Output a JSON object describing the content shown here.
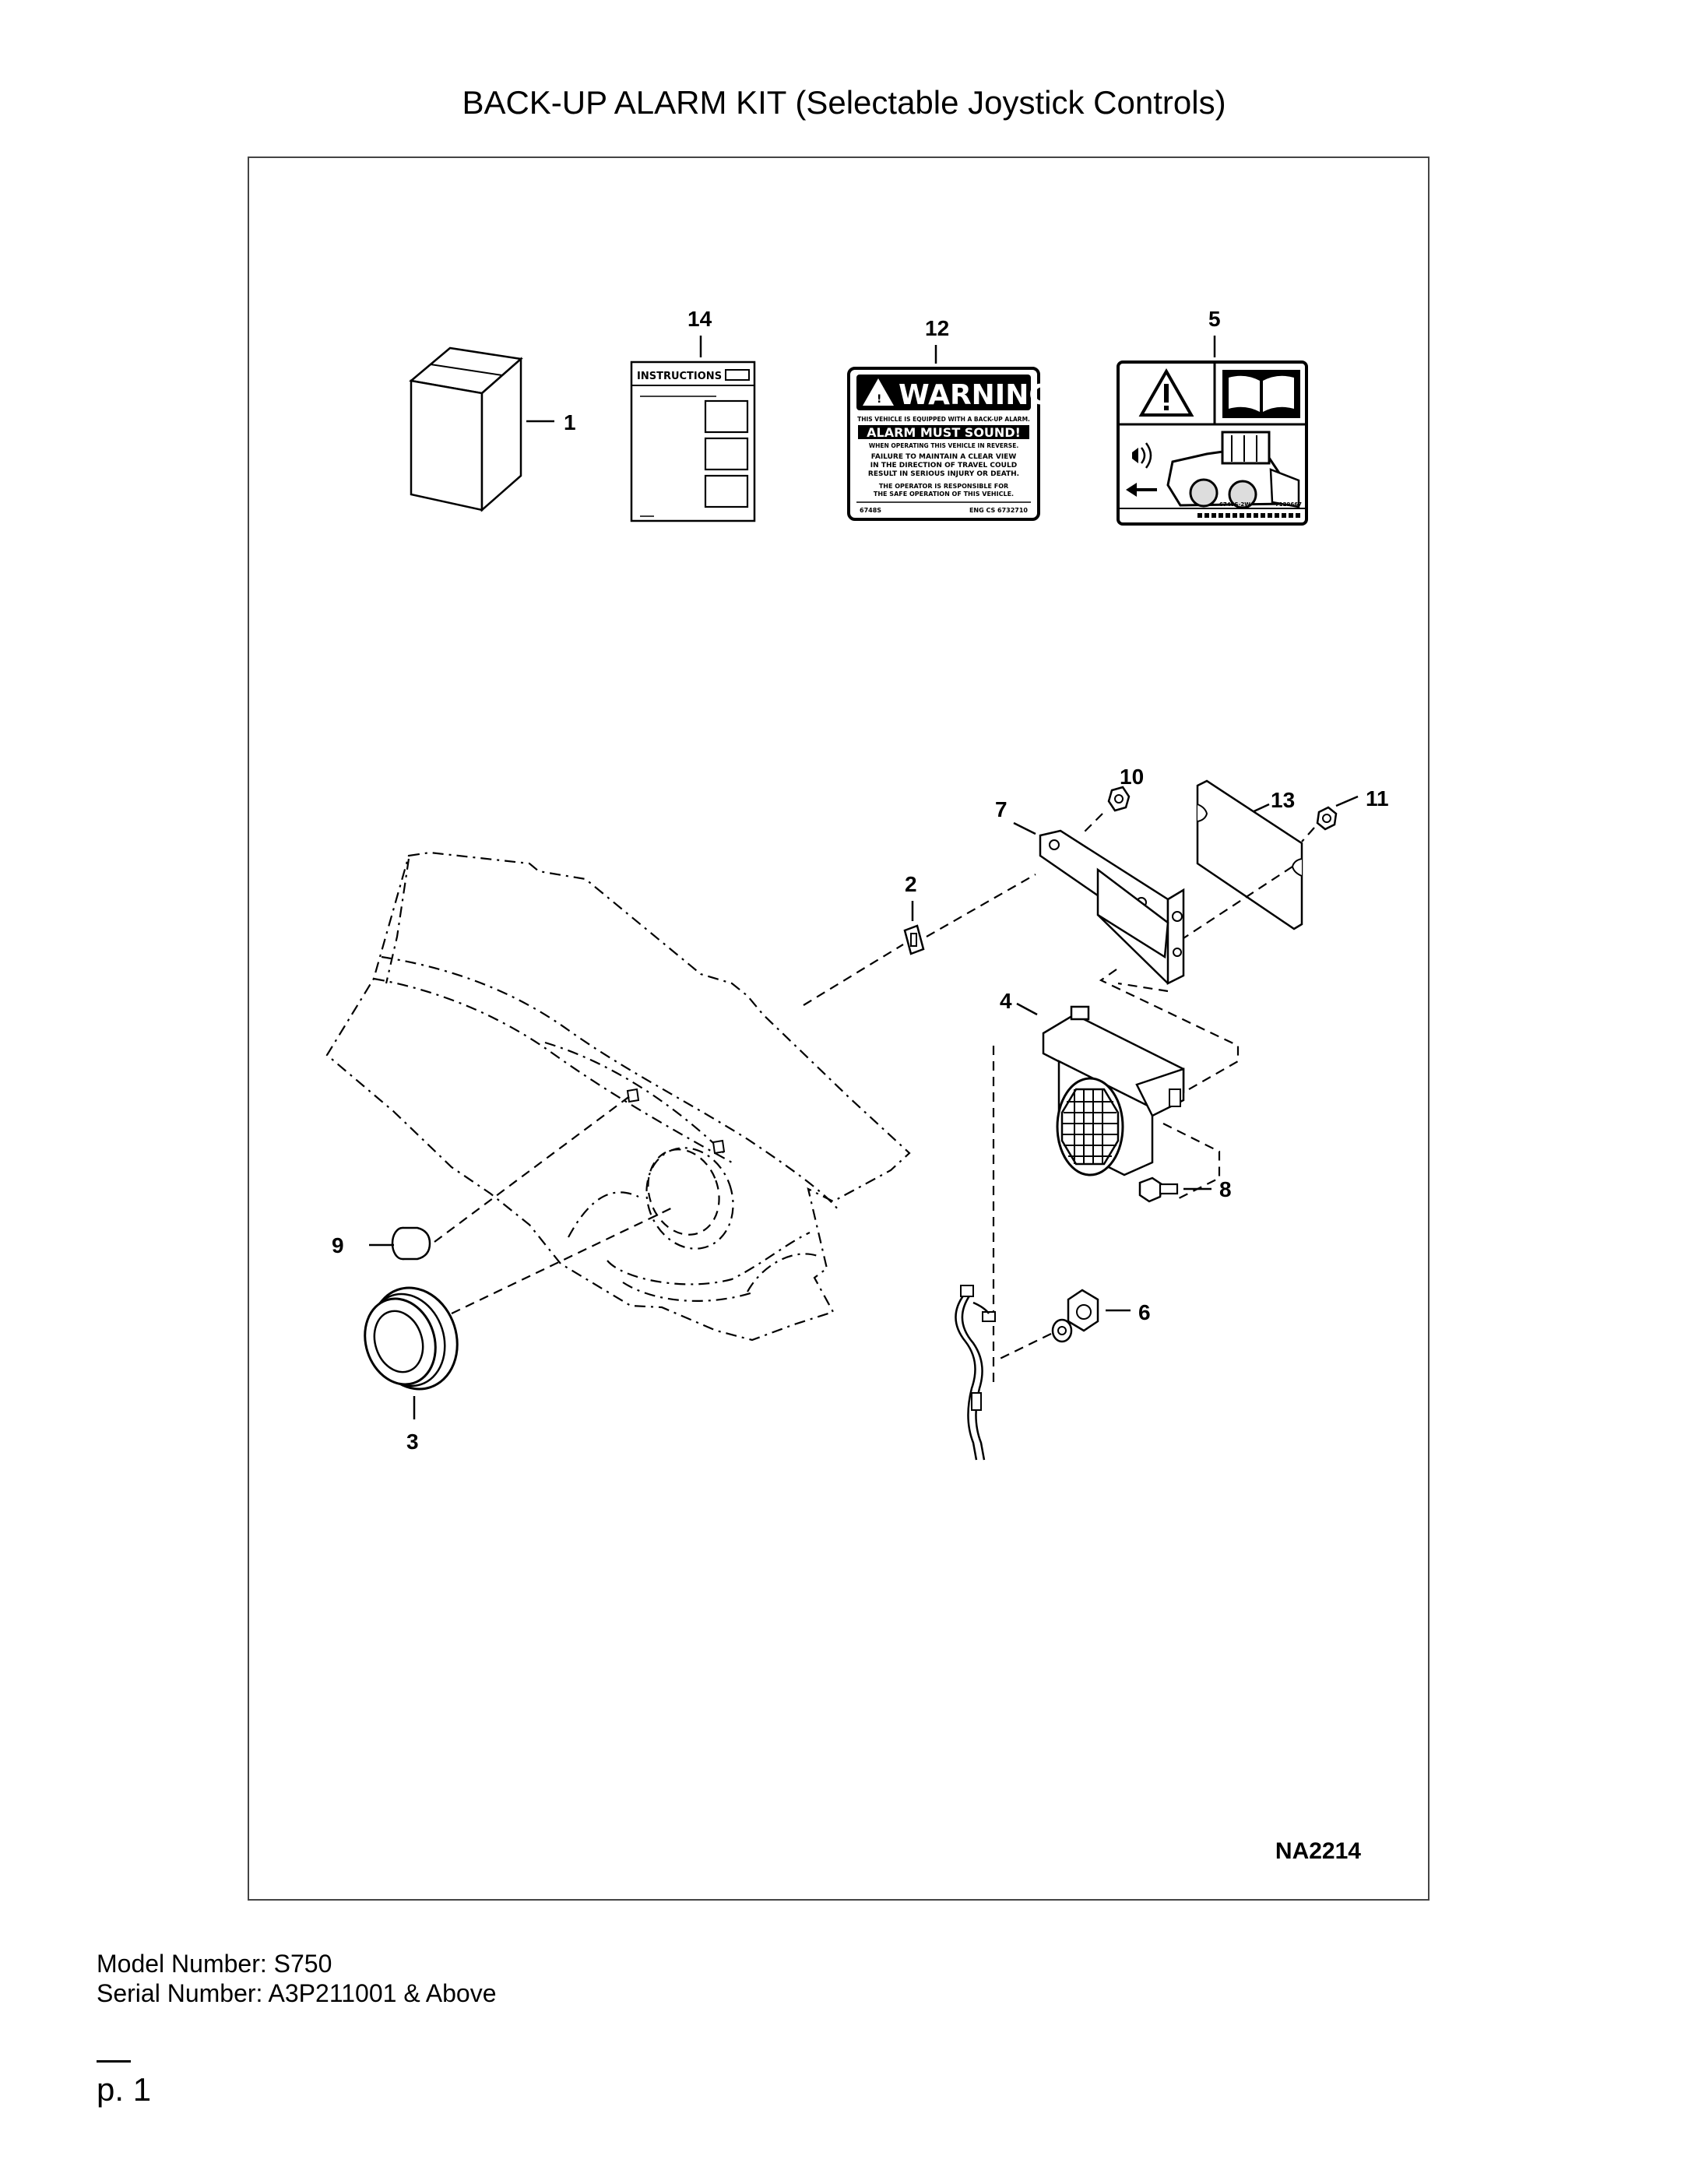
{
  "title": "BACK-UP ALARM KIT (Selectable Joystick Controls)",
  "diagram": {
    "code": "NA2214",
    "callouts": {
      "c1": "1",
      "c2": "2",
      "c3": "3",
      "c4": "4",
      "c5": "5",
      "c6": "6",
      "c7": "7",
      "c8": "8",
      "c9": "9",
      "c10": "10",
      "c11": "11",
      "c12": "12",
      "c13": "13",
      "c14": "14"
    },
    "instructions_label": "INSTRUCTIONS",
    "warning_decal": {
      "heading": "WARNING",
      "line1": "THIS VEHICLE IS EQUIPPED WITH A BACK-UP ALARM.",
      "line2": "ALARM MUST SOUND!",
      "line3": "WHEN OPERATING THIS VEHICLE IN REVERSE.",
      "line4": "FAILURE TO MAINTAIN A CLEAR VIEW",
      "line5": "IN THE DIRECTION OF TRAVEL COULD",
      "line6": "RESULT IN SERIOUS INJURY OR DEATH.",
      "line7": "THE OPERATOR IS RESPONSIBLE FOR",
      "line8": "THE SAFE OPERATION OF THIS VEHICLE.",
      "code_left": "6748S",
      "code_right": "ENG CS 6732710"
    },
    "pictorial_decal": {
      "code_left": "6748S-2W",
      "code_right": "7129667"
    }
  },
  "footer": {
    "model": "Model Number: S750",
    "serial": "Serial Number: A3P211001 & Above",
    "page": "p. 1"
  }
}
